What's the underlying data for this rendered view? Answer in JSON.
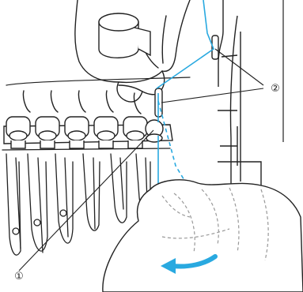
{
  "callouts": [
    {
      "id": "1",
      "label": "①",
      "refers_to": "thread-guide-disk"
    },
    {
      "id": "2",
      "label": "②",
      "refers_to": "thread-guides"
    }
  ],
  "colors": {
    "line": "#222222",
    "thread": "#29a9e0",
    "arrow": "#29a9e0",
    "dashed_thread": "#29a9e0",
    "hidden_hand": "#999999"
  },
  "icons": [
    "left-arrow-icon"
  ]
}
